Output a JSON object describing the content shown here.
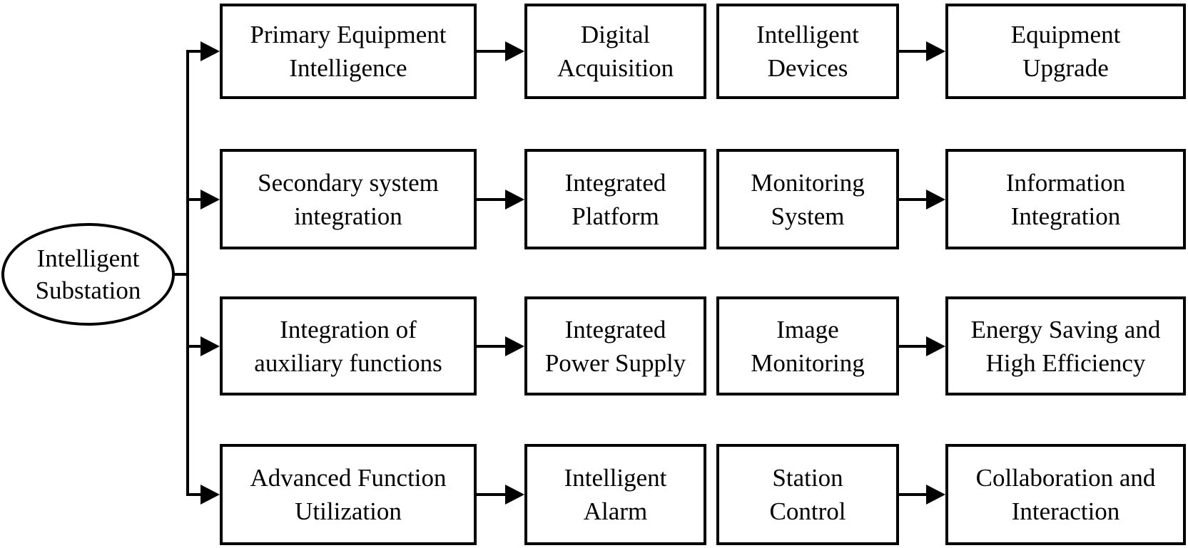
{
  "root": {
    "line1": "Intelligent",
    "line2": "Substation"
  },
  "colors": {
    "line": "#000000",
    "background": "#ffffff",
    "text": "#000000"
  },
  "rows": [
    {
      "boxes": [
        {
          "line1": "Primary Equipment",
          "line2": "Intelligence"
        },
        {
          "line1": "Digital",
          "line2": "Acquisition"
        },
        {
          "line1": "Intelligent",
          "line2": "Devices"
        },
        {
          "line1": "Equipment",
          "line2": "Upgrade"
        }
      ]
    },
    {
      "boxes": [
        {
          "line1": "Secondary system",
          "line2": "integration"
        },
        {
          "line1": "Integrated",
          "line2": "Platform"
        },
        {
          "line1": "Monitoring",
          "line2": "System"
        },
        {
          "line1": "Information",
          "line2": "Integration"
        }
      ]
    },
    {
      "boxes": [
        {
          "line1": "Integration of",
          "line2": "auxiliary functions"
        },
        {
          "line1": "Integrated",
          "line2": "Power Supply"
        },
        {
          "line1": "Image",
          "line2": "Monitoring"
        },
        {
          "line1": "Energy Saving and",
          "line2": "High Efficiency"
        }
      ]
    },
    {
      "boxes": [
        {
          "line1": "Advanced Function",
          "line2": "Utilization"
        },
        {
          "line1": "Intelligent",
          "line2": "Alarm"
        },
        {
          "line1": "Station",
          "line2": "Control"
        },
        {
          "line1": "Collaboration and",
          "line2": "Interaction"
        }
      ]
    }
  ]
}
